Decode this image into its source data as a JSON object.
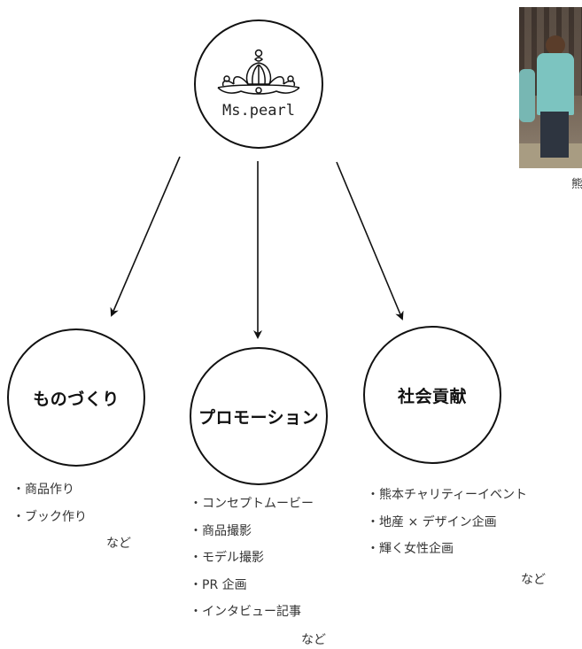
{
  "brand": {
    "name": "Ms.pearl",
    "logo_icon": "crown-shell-icon"
  },
  "branches": [
    {
      "label": "ものづくり",
      "items": [
        "商品作り",
        "ブック作り"
      ],
      "more": "など"
    },
    {
      "label": "プロモーション",
      "items": [
        "コンセプトムービー",
        "商品撮影",
        "モデル撮影",
        "PR 企画",
        "インタビュー記事"
      ],
      "more": "など"
    },
    {
      "label": "社会貢献",
      "items": [
        "熊本チャリティーイベント",
        "地産 × デザイン企画",
        "輝く女性企画"
      ],
      "more": "など"
    }
  ],
  "photo": {
    "caption_fragment": "熊"
  }
}
